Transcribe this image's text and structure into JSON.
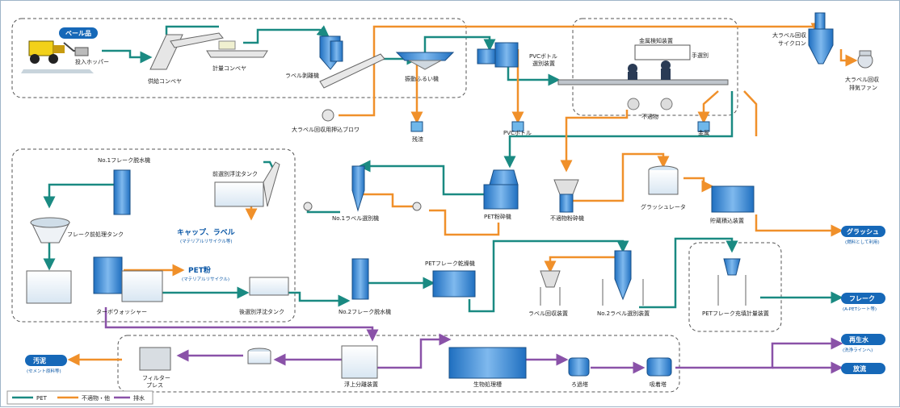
{
  "colors": {
    "pet": "#1a8a82",
    "other": "#f0902a",
    "drain": "#8a52a8",
    "accent": "#1668b8",
    "equip": "#3f8fd6"
  },
  "sources": {
    "bale": "ベール品"
  },
  "labels": {
    "hopper": "投入ホッパー",
    "feed_conveyor": "供給コンベヤ",
    "weigh_conveyor": "計量コンベヤ",
    "label_stripper": "ラベル剥離機",
    "vib_screen": "振動ふるい機",
    "pvc_sorter_1": "PVCボトル",
    "pvc_sorter_2": "選別装置",
    "metal_detector": "金属検知装置",
    "hand_sort": "手選別",
    "large_label_cyclone_1": "大ラベル回収",
    "large_label_cyclone_2": "サイクロン",
    "large_label_fan_1": "大ラベル回収",
    "large_label_fan_2": "排気ファン",
    "blower": "大ラベル回収用押込ブロワ",
    "residue": "残渣",
    "pvc_bottle": "PVCボトル",
    "reject": "不適物",
    "metal": "金属",
    "no1_dewater": "No.1フレーク脱水機",
    "pre_float_tank": "前選別浮沈タンク",
    "no1_label_sep": "No.1ラベル選別機",
    "pet_crusher": "PET粉砕機",
    "reject_crusher": "不適物粉砕機",
    "glass_separator": "グラッシュレータ",
    "storage": "貯蔵積込装置",
    "flake_pretreat": "フレーク前処理タンク",
    "turbo_washer": "ターボウォッシャー",
    "post_float_tank": "後選別浮沈タンク",
    "no2_dewater": "No.2フレーク脱水機",
    "flake_dryer": "PETフレーク乾燥機",
    "label_recovery": "ラベル回収装置",
    "no2_label_sep": "No.2ラベル選別装置",
    "flake_fill": "PETフレーク充填計量装置",
    "filter_press_1": "フィルター",
    "filter_press_2": "プレス",
    "float_sep": "浮上分離装置",
    "bio_treat": "生物処理槽",
    "filter_tower": "ろ過塔",
    "adsorb_tower": "吸着塔"
  },
  "outputs": {
    "cap_label": "キャップ、ラベル",
    "cap_label_sub": "(マテリアルリサイクル等)",
    "pet_powder": "PET粉",
    "pet_powder_sub": "(マテリアルリサイクル)",
    "glass": "グラッシュ",
    "glass_sub": "(燃料として利用)",
    "flake": "フレーク",
    "flake_sub": "(A-PETシート等)",
    "sludge": "汚泥",
    "sludge_sub": "(セメント原料等)",
    "recycled_water": "再生水",
    "recycled_water_sub": "(洗浄ラインへ)",
    "discharge": "放流"
  },
  "legend": {
    "pet": "PET",
    "other": "不適物・他",
    "drain": "排水"
  }
}
